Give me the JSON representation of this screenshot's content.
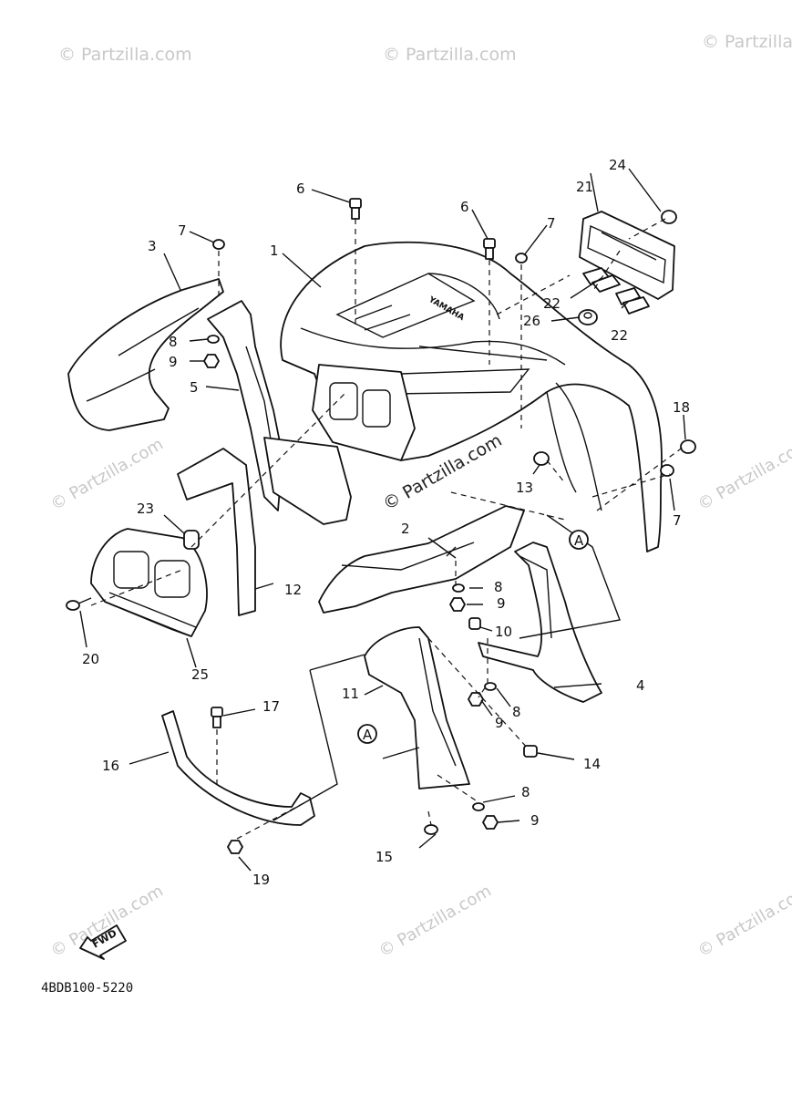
{
  "watermark": "© Partzilla.com",
  "diagram_code": "4BDB100-5220",
  "fwd_label": "FWD",
  "brand_logo": "YAMAHA",
  "section_marker": "A",
  "callouts": {
    "p1": "1",
    "p2": "2",
    "p3": "3",
    "p4": "4",
    "p5": "5",
    "p6a": "6",
    "p6b": "6",
    "p7a": "7",
    "p7b": "7",
    "p7c": "7",
    "p8a": "8",
    "p8b": "8",
    "p8c": "8",
    "p8d": "8",
    "p9a": "9",
    "p9b": "9",
    "p9c": "9",
    "p9d": "9",
    "p10": "10",
    "p11": "11",
    "p12": "12",
    "p13": "13",
    "p14": "14",
    "p15": "15",
    "p16": "16",
    "p17": "17",
    "p18": "18",
    "p19": "19",
    "p20": "20",
    "p21": "21",
    "p22a": "22",
    "p22b": "22",
    "p23": "23",
    "p24": "24",
    "p25": "25",
    "p26": "26"
  }
}
